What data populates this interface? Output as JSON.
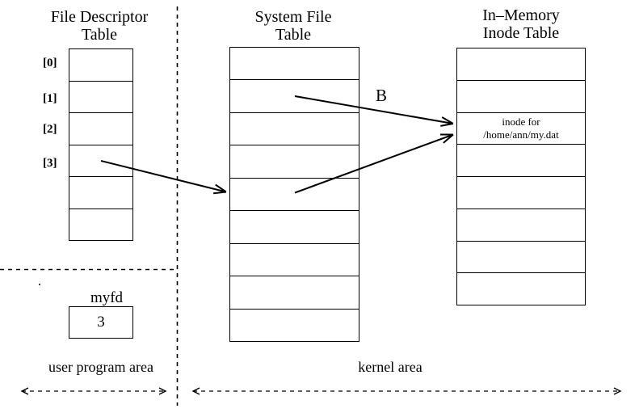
{
  "diagram": {
    "tables": {
      "fd": {
        "title": "File Descriptor\nTable",
        "rows": 6,
        "row_labels": [
          "[0]",
          "[1]",
          "[2]",
          "[3]"
        ]
      },
      "system": {
        "title": "System File\nTable",
        "rows": 9
      },
      "inode": {
        "title": "In–Memory\nInode Table",
        "rows": 8,
        "inode_cell_line1": "inode for",
        "inode_cell_line2": "/home/ann/my.dat"
      }
    },
    "myfd": {
      "label": "myfd",
      "value": "3"
    },
    "areas": {
      "user": "user program area",
      "kernel": "kernel area"
    },
    "arrow_label_b": "B",
    "colors": {
      "line": "#000000",
      "background": "#ffffff"
    }
  }
}
